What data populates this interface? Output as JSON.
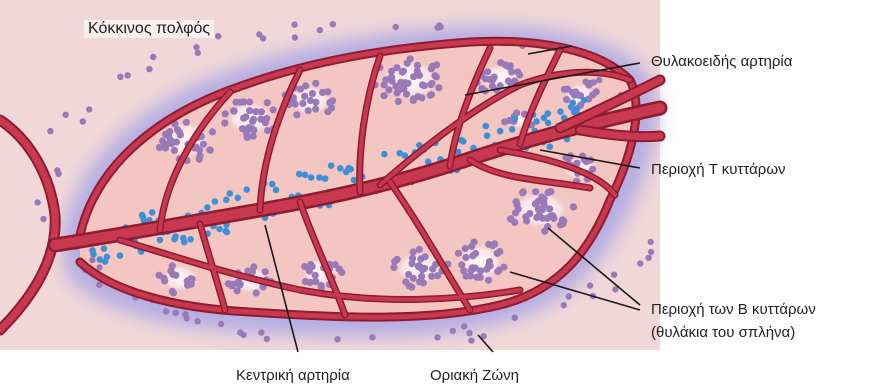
{
  "diagram": {
    "title": "Κόκκινος πολφός",
    "labels": {
      "follicular_artery": "Θυλακοειδής αρτηρία",
      "t_cell_area": "Περιοχή T κυττάρων",
      "b_cell_area_line1": "Περιοχή των B κυττάρων",
      "b_cell_area_line2": "(θυλάκια του σπλήνα)",
      "central_artery": "Κεντρική αρτηρία",
      "marginal_zone": "Οριακή Ζώνη"
    },
    "colors": {
      "background": "#f2dcdc",
      "marginal_zone_halo": "#9c9ae0",
      "white_pulp": "#f3c4c0",
      "artery": "#c0304a",
      "artery_dark": "#8e1c30",
      "b_cell": "#9a79b8",
      "t_cell": "#3d8fd6",
      "follicle_center": "#ffffff",
      "leader_line": "#1a1a1a"
    }
  }
}
